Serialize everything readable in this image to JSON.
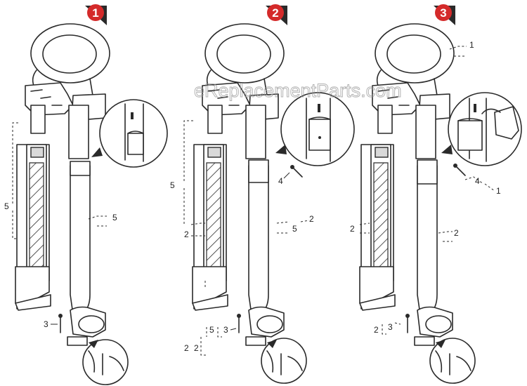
{
  "colors": {
    "badge": "#d42a2a",
    "line": "#2a2a2a"
  },
  "watermark": "eReplacementParts.com",
  "views": [
    {
      "badge": "1",
      "labels": [
        "5",
        "5",
        "3"
      ]
    },
    {
      "badge": "2",
      "labels": [
        "5",
        "4",
        "2",
        "5",
        "2",
        "2",
        "5",
        "2",
        "3"
      ]
    },
    {
      "badge": "3",
      "labels": [
        "1",
        "4",
        "1",
        "2",
        "2",
        "2",
        "3"
      ]
    }
  ]
}
